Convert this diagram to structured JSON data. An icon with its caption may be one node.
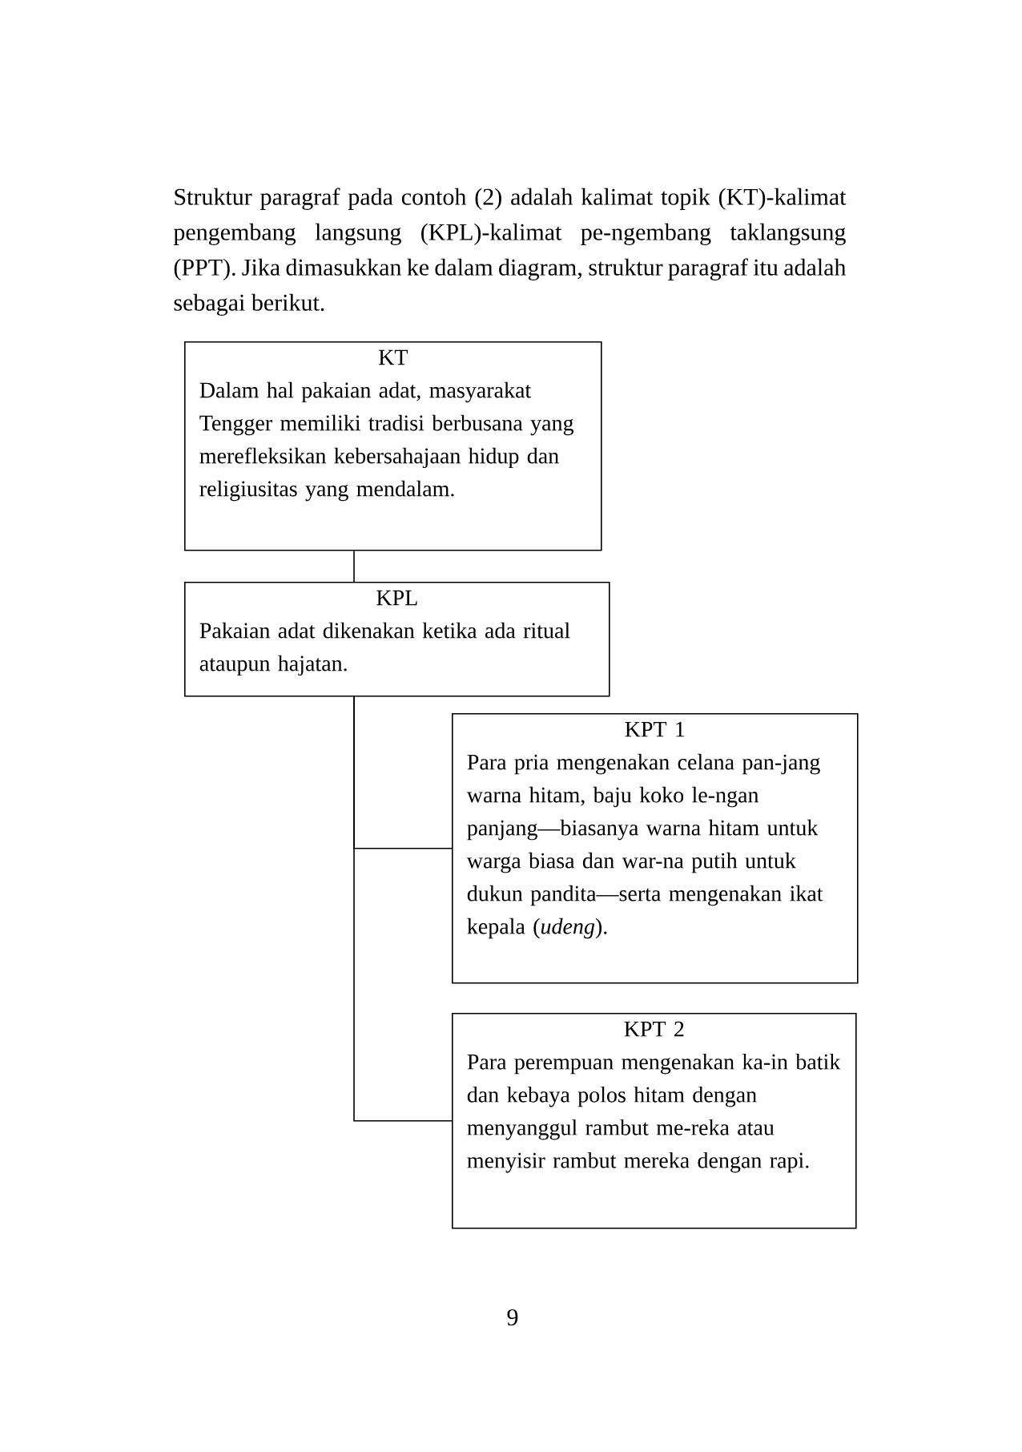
{
  "diagram": {
    "nodes": [
      {
        "text": [
          "KT",
          "Dalam hal pakaian adat, masyarakat Tengger memiliki tradisi berbusana yang merefleksikan kebersahajaan hidup dan religiusitas yang mendalam."
        ]
      },
      {
        "text": [
          "KPL",
          "Pakaian adat dikenakan ketika ada ritual ataupun hajatan."
        ]
      },
      {
        "text": [
          "KPT 1",
          "Para pria mengenakan celana pan-jang warna hitam, baju koko le-ngan panjang—biasanya warna hitam untuk warga biasa dan war-na putih untuk dukun pandita—serta mengenakan ikat kepala (*udeng*)."
        ]
      },
      {
        "text": [
          "KPT 2",
          "Para perempuan mengenakan ka-in batik dan kebaya polos hitam dengan menyanggul rambut me-reka atau menyisir rambut mereka dengan rapi."
        ]
      }
    ],
    "edges": [
      {
        "from": 0,
        "to": 1,
        "arrow": "none"
      },
      {
        "from": 1,
        "to": 2,
        "arrow": "none"
      },
      {
        "from": 1,
        "to": 3,
        "arrow": "none"
      }
    ],
    "labels": [
      "Struktur paragraf pada contoh (2) adalah kalimat topik (KT)-kalimat pengembang langsung (KPL)-kalimat pe-ngembang taklangsung (PPT). Jika dimasukkan ke dalam diagram, struktur paragraf itu adalah sebagai berikut.",
      "9"
    ]
  }
}
